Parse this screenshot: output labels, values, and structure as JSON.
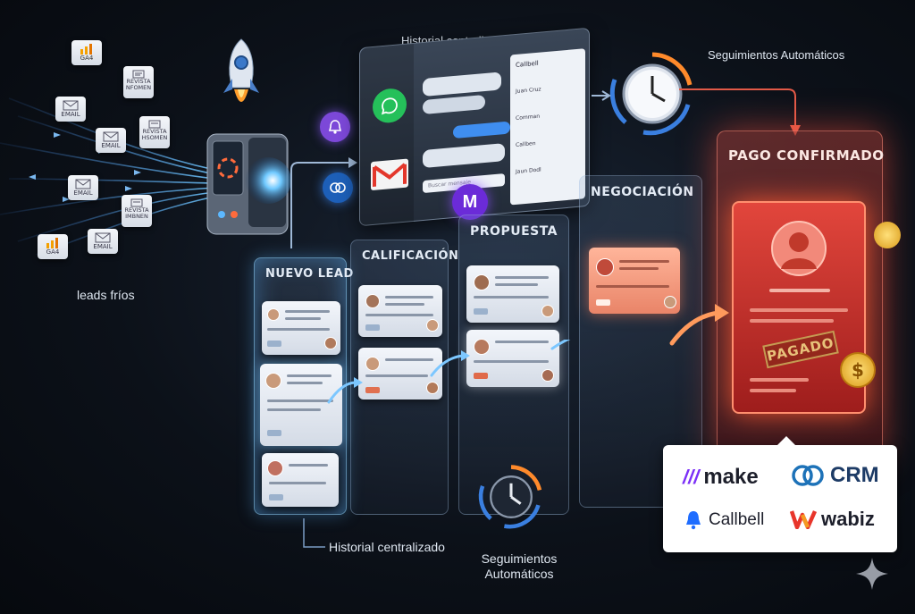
{
  "sources": {
    "ga4_top": "GA4",
    "revista_1": "REVISTA NFOMEN",
    "email_1": "EMAIL",
    "email_2": "EMAIL",
    "revista_2": "REVISTA HSOMEN",
    "email_3": "EMAIL",
    "revista_3": "REVISTA IMBNEN",
    "email_4": "EMAIL",
    "ga4_bottom": "GA4"
  },
  "leads_label": "leads fríos",
  "top_history_label": "Historial centralizado",
  "top_followups_label": "Seguimientos Automáticos",
  "chat_panel": {
    "search_placeholder": "Buscar mensaje",
    "contacts": [
      "Callbell",
      "Juan Cruz",
      "Comman",
      "Callben",
      "Jaun Dodl"
    ]
  },
  "columns": {
    "nuevo_lead": "NUEVO LEAD",
    "calificacion": "CALIFICACIÓN",
    "propuesta": "PROPUESTA",
    "negociacion": "NEGOCIACIÓN",
    "pago": "PAGO CONFIRMADO"
  },
  "stamp": "PAGADO",
  "bottom_history_label": "Historial centralizado",
  "bottom_followups_label": "Seguimientos Automáticos",
  "logos": {
    "make": "make",
    "crm": "CRM",
    "callbell": "Callbell",
    "wabiz": "wabiz"
  },
  "colors": {
    "make": "#7b2ff7",
    "crm": "#1d72b8",
    "callbell": "#1f6dff",
    "wabiz_red": "#e8352b",
    "wabiz_orange": "#f59a23",
    "paid_red": "#d83a32"
  }
}
